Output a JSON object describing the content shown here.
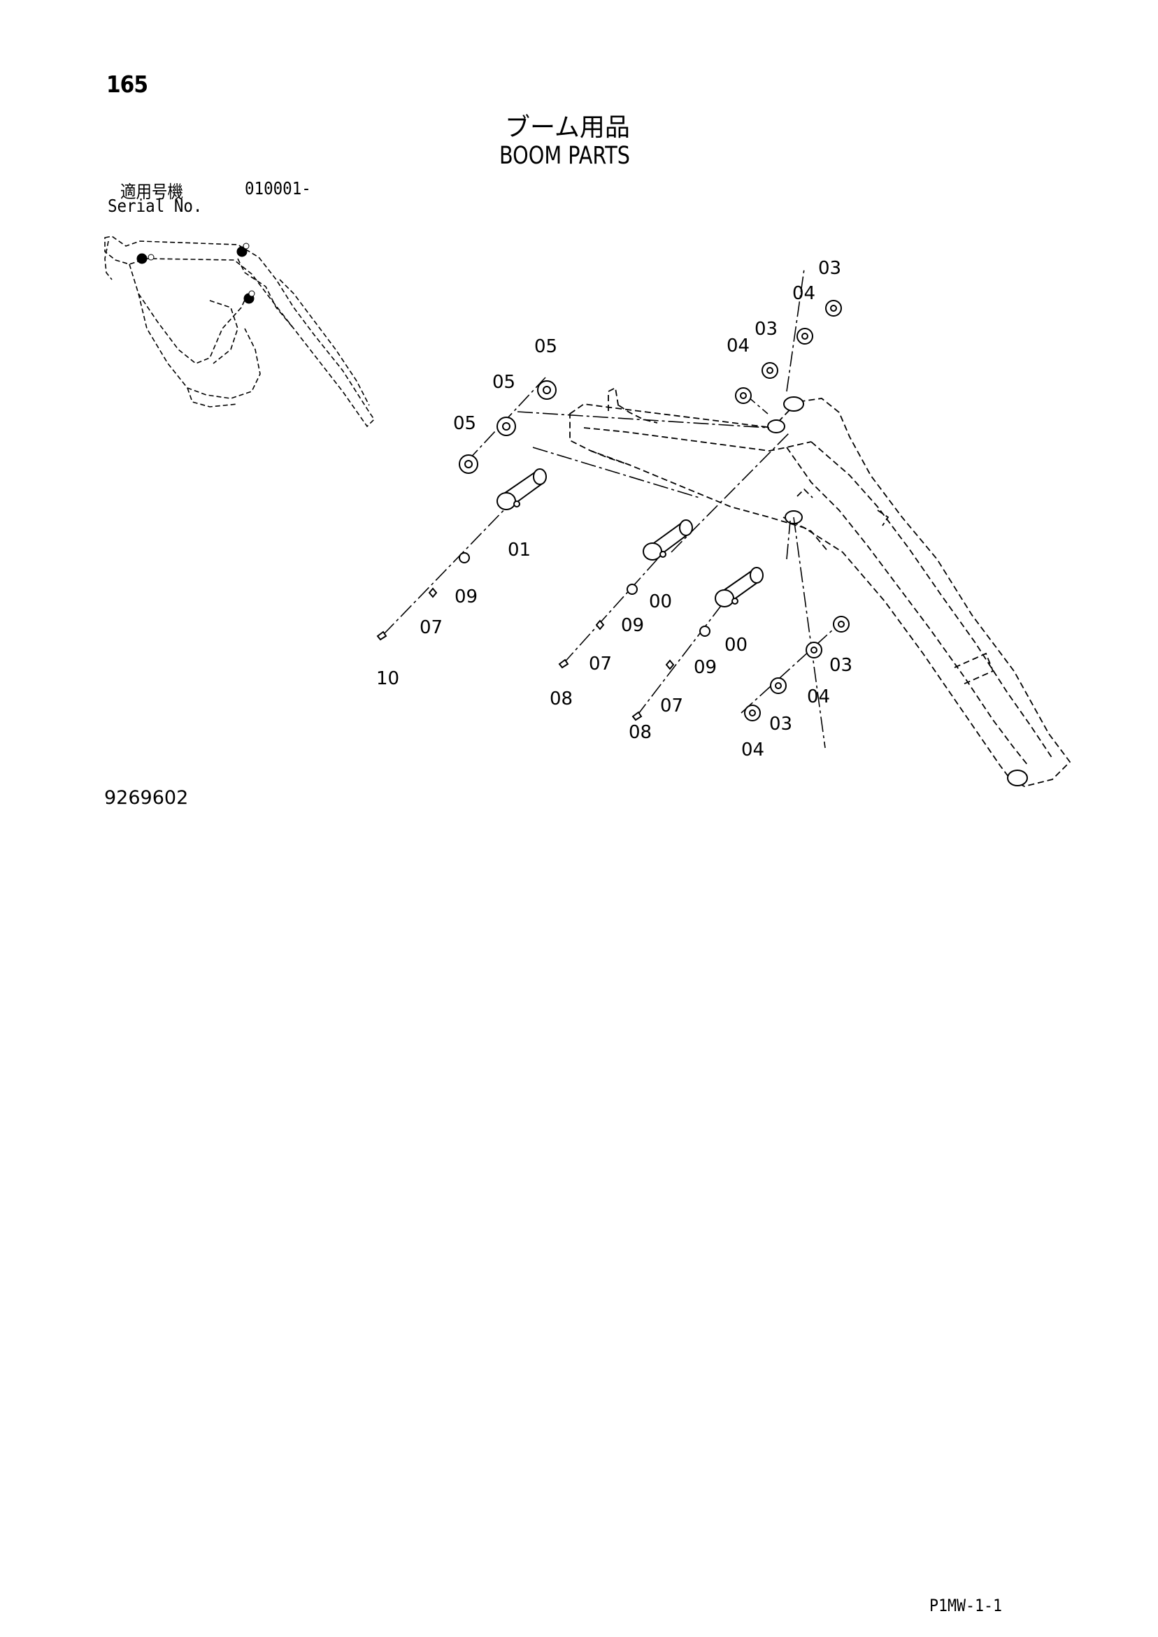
{
  "header": {
    "page_number": "165",
    "title_jp": "ブーム用品",
    "title_en": "BOOM PARTS"
  },
  "serial": {
    "label_jp": "適用号機",
    "value": "010001-",
    "label_en": "Serial No."
  },
  "callouts": {
    "c1": "03",
    "c2": "04",
    "c3": "03",
    "c4": "04",
    "c5": "05",
    "c6": "05",
    "c7": "05",
    "c8": "01",
    "c9": "09",
    "c10": "07",
    "c11": "10",
    "c12": "00",
    "c13": "09",
    "c14": "07",
    "c15": "08",
    "c16": "00",
    "c17": "09",
    "c18": "07",
    "c19": "08",
    "c20": "03",
    "c21": "04",
    "c22": "03",
    "c23": "04"
  },
  "footer": {
    "figure_id": "9269602",
    "page_code": "P1MW-1-1"
  }
}
